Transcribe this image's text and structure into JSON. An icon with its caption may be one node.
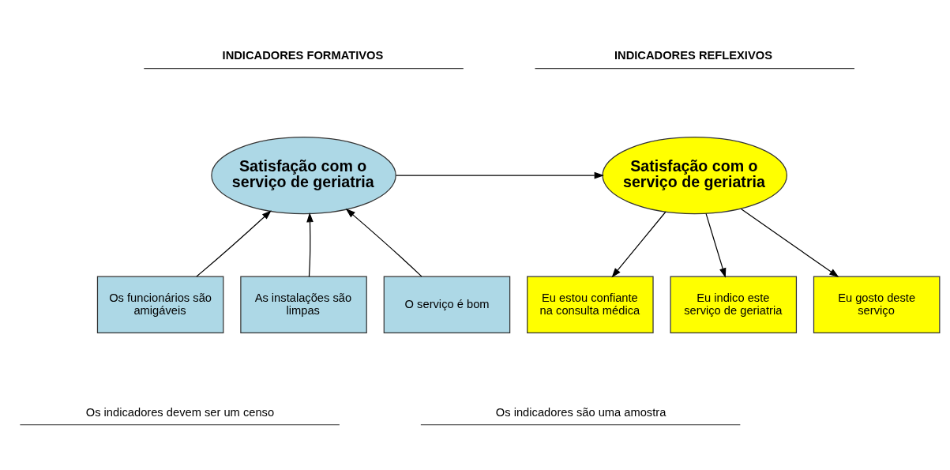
{
  "diagram": {
    "nodes": [
      {
        "text": [
          "Satisfação com o serviço de geriatria"
        ]
      },
      {
        "text": [
          "Satisfação com o serviço de geriatria"
        ]
      },
      {
        "text": [
          "O serviço é bom"
        ]
      },
      {
        "text": [
          "Os funcionários são amigáveis"
        ]
      },
      {
        "text": [
          "As instalações são limpas"
        ]
      },
      {
        "text": [
          "Eu gosto deste serviço"
        ]
      },
      {
        "text": [
          "Eu estou confiante na consulta médica"
        ]
      },
      {
        "text": [
          "Eu indico este serviço de geriatria"
        ]
      }
    ],
    "edges": [
      {
        "from": 2,
        "to": 0,
        "arrow": "to"
      },
      {
        "from": 3,
        "to": 0,
        "arrow": "to"
      },
      {
        "from": 4,
        "to": 0,
        "arrow": "to"
      },
      {
        "from": 0,
        "to": 1,
        "arrow": "to"
      },
      {
        "from": 1,
        "to": 5,
        "arrow": "to"
      },
      {
        "from": 1,
        "to": 6,
        "arrow": "to"
      },
      {
        "from": 1,
        "to": 7,
        "arrow": "to"
      }
    ],
    "labels": [
      "INDICADORES FORMATIVOS",
      "INDICADORES REFLEXIVOS",
      "Os indicadores devem ser um censo",
      "Os indicadores são uma amostra"
    ]
  }
}
